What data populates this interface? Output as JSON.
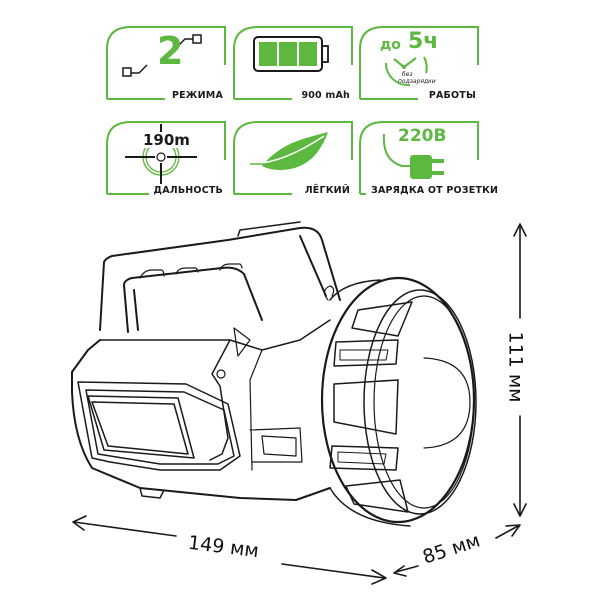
{
  "colors": {
    "accent": "#5db83f",
    "outline": "#1a1a1a",
    "background": "#ffffff"
  },
  "features": [
    {
      "id": "modes",
      "icon": "mode-switch-icon",
      "value": "2",
      "label": "РЕЖИМА"
    },
    {
      "id": "battery",
      "icon": "battery-full-icon",
      "label": "900 mAh"
    },
    {
      "id": "runtime",
      "icon": "clock-icon",
      "prefix": "до",
      "value": "5ч",
      "note_line1": "без",
      "note_line2": "подзарядки",
      "label": "РАБОТЫ"
    },
    {
      "id": "range",
      "icon": "crosshair-icon",
      "value": "190m",
      "label": "ДАЛЬНОСТЬ"
    },
    {
      "id": "weight",
      "icon": "feather-icon",
      "label": "ЛЁГКИЙ"
    },
    {
      "id": "charging",
      "icon": "power-plug-icon",
      "value": "220В",
      "label": "ЗАРЯДКА ОТ РОЗЕТКИ"
    }
  ],
  "dimensions": {
    "length": "149 мм",
    "width": "85 мм",
    "height": "111 мм"
  },
  "product": {
    "name": "flashlight-illustration"
  }
}
